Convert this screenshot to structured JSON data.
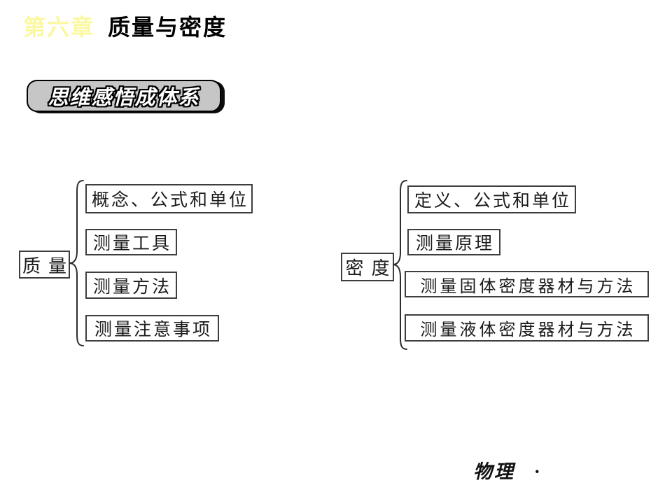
{
  "page": {
    "background": "#FFFFFF"
  },
  "header": {
    "chapter_label": "第六章",
    "chapter_color": "#FAF8A0",
    "title": "质量与密度",
    "title_color": "#000000"
  },
  "banner": {
    "label": "思维感悟成体系",
    "background": "#C6C6C6",
    "text_color": "#FFFFFF",
    "outline_color": "#000000"
  },
  "diagrams": [
    {
      "root": "质量",
      "items": [
        "概念、公式和单位",
        "测量工具",
        "测量方法",
        "测量注意事项"
      ]
    },
    {
      "root": "密度",
      "items": [
        "定义、公式和单位",
        "测量原理",
        "测量固体密度器材与方法",
        "测量液体密度器材与方法"
      ]
    }
  ],
  "footer": {
    "label": "物理 ·"
  }
}
